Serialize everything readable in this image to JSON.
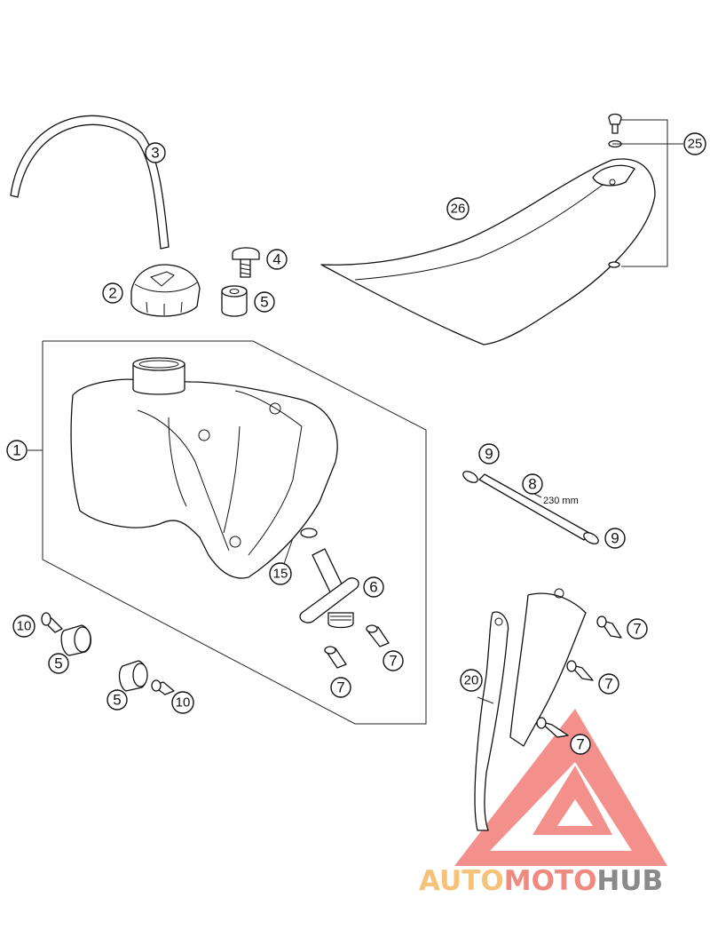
{
  "callouts": [
    {
      "id": "c3",
      "label": "3"
    },
    {
      "id": "c2",
      "label": "2"
    },
    {
      "id": "c4",
      "label": "4"
    },
    {
      "id": "c5a",
      "label": "5"
    },
    {
      "id": "c25",
      "label": "25"
    },
    {
      "id": "c26",
      "label": "26"
    },
    {
      "id": "c1",
      "label": "1"
    },
    {
      "id": "c9a",
      "label": "9"
    },
    {
      "id": "c8",
      "label": "8"
    },
    {
      "id": "c9b",
      "label": "9"
    },
    {
      "id": "c15",
      "label": "15"
    },
    {
      "id": "c6",
      "label": "6"
    },
    {
      "id": "c10a",
      "label": "10"
    },
    {
      "id": "c5b",
      "label": "5"
    },
    {
      "id": "c7a",
      "label": "7"
    },
    {
      "id": "c7b",
      "label": "7"
    },
    {
      "id": "c5c",
      "label": "5"
    },
    {
      "id": "c10b",
      "label": "10"
    },
    {
      "id": "c7c",
      "label": "7"
    },
    {
      "id": "c7d",
      "label": "7"
    },
    {
      "id": "c20",
      "label": "20"
    },
    {
      "id": "c7e",
      "label": "7"
    }
  ],
  "dimension": {
    "hose_length": "230 mm"
  },
  "watermark": {
    "part1": "AUTO",
    "part2": "MOTO",
    "part3": "HUB",
    "colors": {
      "part1": "#f5c27a",
      "part2": "#f08a80",
      "part3": "#8a8a8a",
      "logo": "#ee6a66"
    }
  }
}
